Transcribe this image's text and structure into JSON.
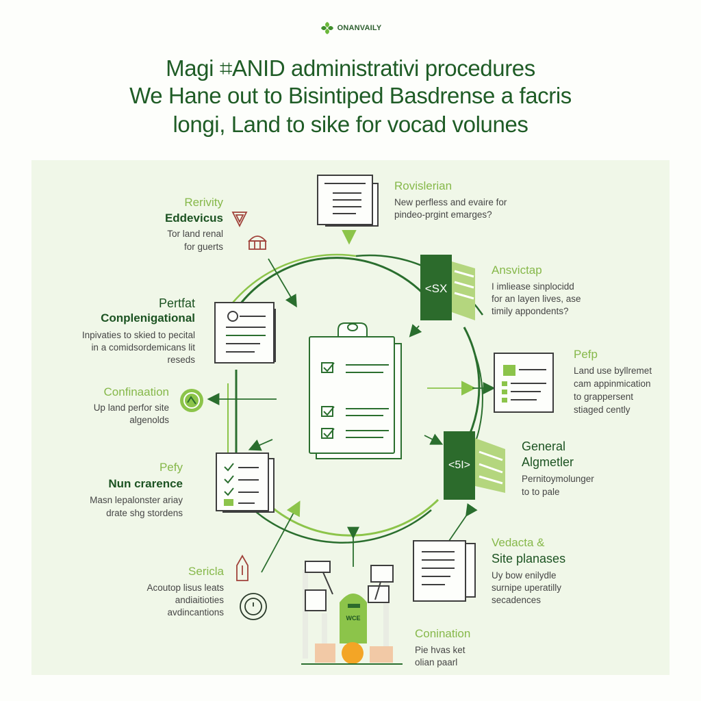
{
  "brand": {
    "name": "ONANVAILY",
    "logo_icon": "leaf-cross-icon"
  },
  "headline": {
    "line1": "Magi ⌗ANID administrativi procedures",
    "line2": "We Hane out to Bisintiped Basdrense a facris",
    "line3": "longi, Land to sike for vocad volunes"
  },
  "colors": {
    "dark_green": "#2a6e2e",
    "light_green": "#8cc44a",
    "panel": "#f0f7e8"
  },
  "center": {
    "icon": "clipboard-checklist-icon"
  },
  "nodes": {
    "revivity": {
      "kicker": "Rerivity",
      "title": "Eddevicus",
      "desc": [
        "Tor land renal",
        "for guerts"
      ],
      "icons": [
        "shield-badge-icon",
        "basket-icon"
      ]
    },
    "rovislerian": {
      "title": "Rovislerian",
      "desc": [
        "New perfless and evaire for",
        "pindeo-prgint emarges?"
      ],
      "icon": "document-stack-icon"
    },
    "pertfat": {
      "kicker": "Pertfat",
      "title": "Conplenigational",
      "desc": [
        "Inpivaties to skied to pecital",
        "in a comidsordemicans lit",
        "reseds"
      ],
      "icon": "certificate-document-icon"
    },
    "ansvictap": {
      "title": "Ansvictap",
      "desc": [
        "I imliease sinplocidd",
        "for an layen lives, ase",
        "timily appondents?"
      ],
      "icon": "code-book-icon",
      "icon_text": "<SX"
    },
    "confirmation_left": {
      "title": "Confinaation",
      "desc": [
        "Up land perfor site",
        "algenolds"
      ],
      "icon": "seal-icon"
    },
    "pefp": {
      "title": "Pefp",
      "desc": [
        "Land use byllremet",
        "cam appinmication",
        "to grappersent",
        "stiaged cently"
      ],
      "icon": "form-list-icon"
    },
    "pefy": {
      "kicker": "Pefy",
      "title": "Nun crarence",
      "desc": [
        "Masn lepalonster ariay",
        "drate shg stordens"
      ],
      "icon": "checklist-icon"
    },
    "general": {
      "title": "General",
      "title2": "Algmetler",
      "desc": [
        "Pernitoymolunger",
        "to to pale"
      ],
      "icon": "code-book-icon",
      "icon_text": "<5I>"
    },
    "sericla": {
      "title": "Sericla",
      "desc": [
        "Acoutop lisus leats",
        "andiaitioties",
        "avdincantions"
      ],
      "icons": [
        "pen-nib-icon",
        "stamp-seal-icon"
      ]
    },
    "vedacta": {
      "title": "Vedacta &",
      "title2": "Site planases",
      "desc": [
        "Uy bow enilydle",
        "surnipe uperatilly",
        "secadences"
      ],
      "icon": "document-folder-icon"
    },
    "conination": {
      "title": "Conination",
      "desc": [
        "Pie hvas ket",
        "olian paarl"
      ],
      "robot_text": "WCE",
      "icon": "robot-signs-illustration"
    }
  }
}
